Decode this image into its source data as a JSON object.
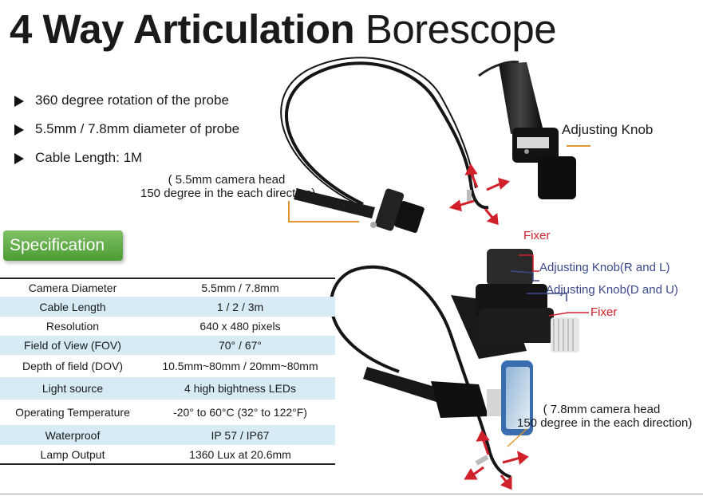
{
  "title": {
    "bold": "4 Way Articulation",
    "light": "Borescope"
  },
  "features": [
    "360 degree rotation of the probe",
    "5.5mm / 7.8mm diameter of probe",
    "Cable Length: 1M"
  ],
  "callouts": {
    "camera_small": [
      "( 5.5mm camera head",
      "150 degree in the each direction)"
    ],
    "camera_large": [
      "( 7.8mm camera head",
      "150 degree in the each direction)"
    ],
    "adjusting_knob": "Adjusting Knob",
    "fixer_top": "Fixer",
    "knob_rl": "Adjusting Knob(R and L)",
    "knob_du": "Adjusting Knob(D and U)",
    "fixer_bottom": "Fixer"
  },
  "specification": {
    "heading": "Specification",
    "rows": [
      {
        "label": "Camera Diameter",
        "value": "5.5mm / 7.8mm"
      },
      {
        "label": "Cable Length",
        "value": "1 / 2 / 3m"
      },
      {
        "label": "Resolution",
        "value": "640 x 480  pixels"
      },
      {
        "label": "Field of View (FOV)",
        "value": "70° / 67°"
      },
      {
        "label": "Depth of field (DOV)",
        "value": "10.5mm~80mm / 20mm~80mm"
      },
      {
        "label": "Light source",
        "value": "4 high bightness LEDs"
      },
      {
        "label": "Operating Temperature",
        "value": "-20° to 60°C (32° to 122°F)"
      },
      {
        "label": "Waterproof",
        "value": "IP 57 / IP67"
      },
      {
        "label": "Lamp Output",
        "value": "1360 Lux at 20.6mm"
      }
    ]
  },
  "colors": {
    "accent_green": "#5aa83f",
    "row_blue": "#d6ebf4",
    "arrow_red": "#d0202a",
    "label_blue": "#3b4a8c"
  }
}
